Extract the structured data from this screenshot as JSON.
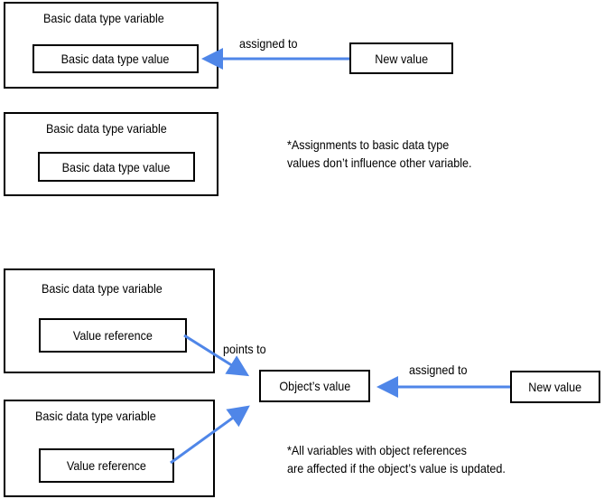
{
  "diagram": {
    "top": {
      "outer_title": "Basic data type variable",
      "inner_value": "Basic data type value",
      "new_value": "New value",
      "arrow_label": "assigned to"
    },
    "middle": {
      "outer_title": "Basic data type variable",
      "inner_value": "Basic data type value",
      "note_line1": "*Assignments to basic data type",
      "note_line2": "values don’t influence other variable."
    },
    "bottom": {
      "var1_title": "Basic data type variable",
      "var1_ref": "Value reference",
      "var2_title": "Basic data type variable",
      "var2_ref": "Value reference",
      "points_label": "points to",
      "object_value": "Object’s value",
      "new_value": "New value",
      "assigned_label": "assigned to",
      "note_line1": "*All variables with object references",
      "note_line2": "are affected if the object’s value is updated."
    }
  },
  "colors": {
    "arrow": "#4f86e8",
    "border": "#000000"
  }
}
